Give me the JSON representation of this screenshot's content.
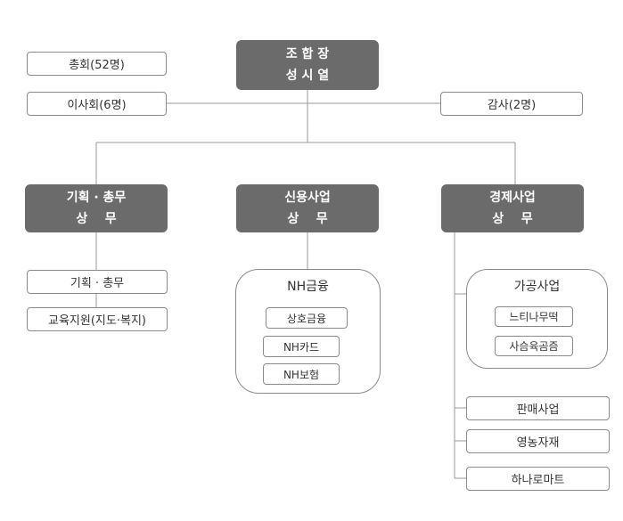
{
  "chief": {
    "title": "조 합 장",
    "name": "성 시 열"
  },
  "general_assembly": "총회(52명)",
  "board": "이사회(6명)",
  "auditor": "감사(2명)",
  "departments": {
    "planning": {
      "line1": "기획 · 총무",
      "line2": "상    무",
      "items": [
        "기획 · 총무",
        "교육지원(지도·복지)"
      ]
    },
    "credit": {
      "line1": "신용사업",
      "line2": "상    무",
      "group_title": "NH금융",
      "items": [
        "상호금융",
        "NH카드",
        "NH보험"
      ]
    },
    "economic": {
      "line1": "경제사업",
      "line2": "상    무",
      "processing": {
        "title": "가공사업",
        "items": [
          "느티나무떡",
          "사슴육곰즘"
        ]
      },
      "items": [
        "판매사업",
        "영농자재",
        "하나로마트"
      ]
    }
  }
}
